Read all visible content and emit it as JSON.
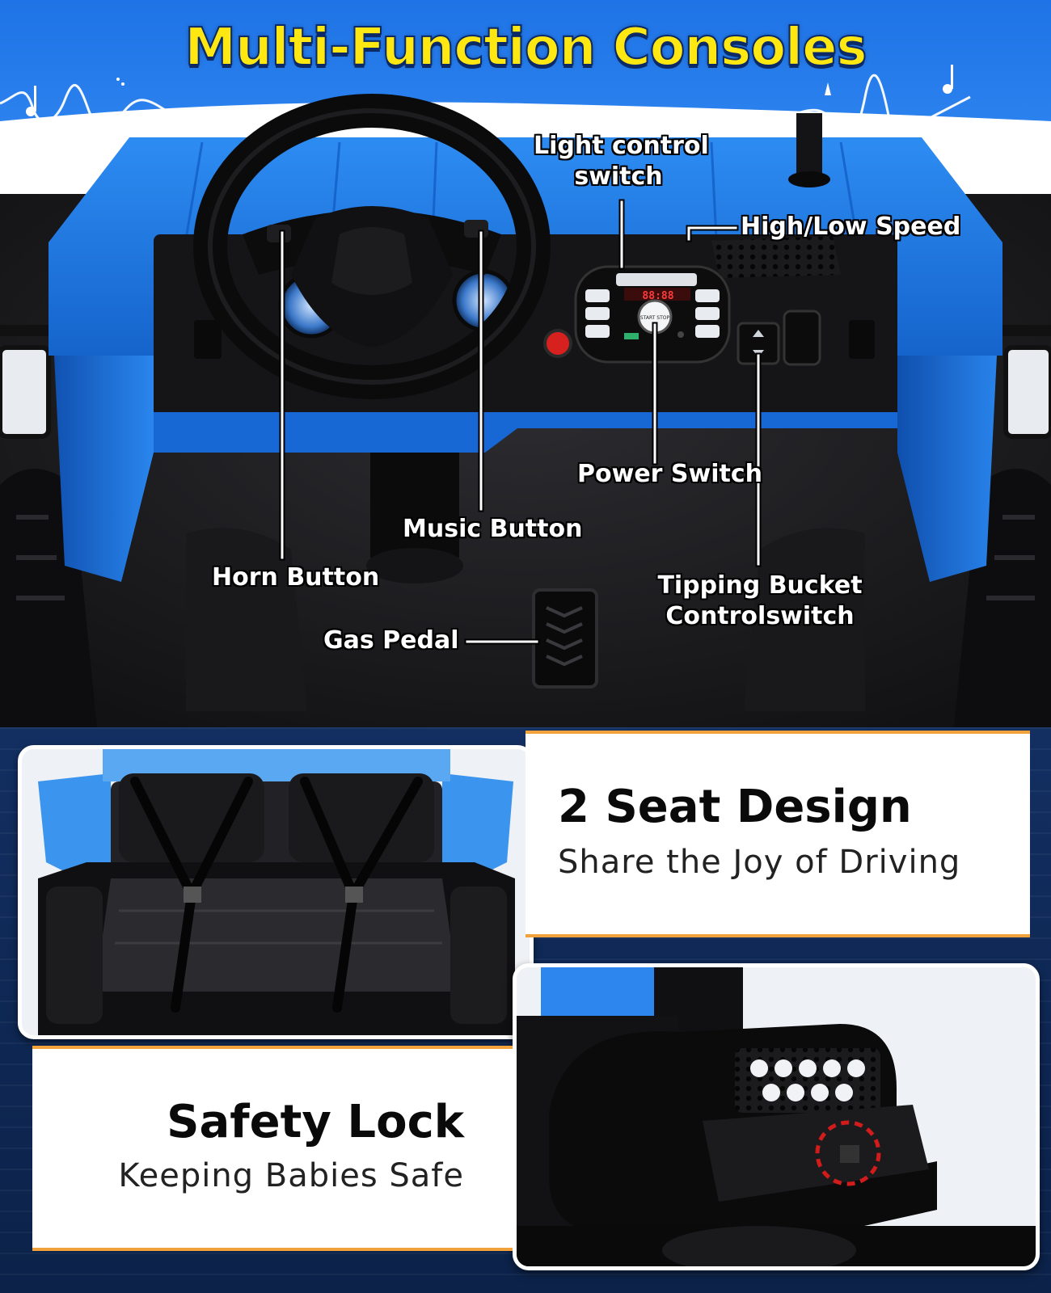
{
  "headline": "Multi-Function Consoles",
  "colors": {
    "brand_blue": "#1e6fe0",
    "headline_yellow": "#ffe812",
    "accent_orange": "#f2a23a",
    "navy_background": "#0f2a5c",
    "safety_circle_red": "#d21b1b"
  },
  "console_labels": {
    "light_control_line1": "Light control",
    "light_control_line2": "switch",
    "speed": "High/Low Speed",
    "power": "Power Switch",
    "music": "Music Button",
    "horn": "Horn Button",
    "tipping_line1": "Tipping Bucket",
    "tipping_line2": "Controlswitch",
    "gas": "Gas Pedal"
  },
  "display_readout": "88:88",
  "start_stop": "START STOP",
  "features": [
    {
      "title": "2 Seat Design",
      "subtitle": "Share the Joy of Driving"
    },
    {
      "title": "Safety Lock",
      "subtitle": "Keeping Babies Safe"
    }
  ]
}
